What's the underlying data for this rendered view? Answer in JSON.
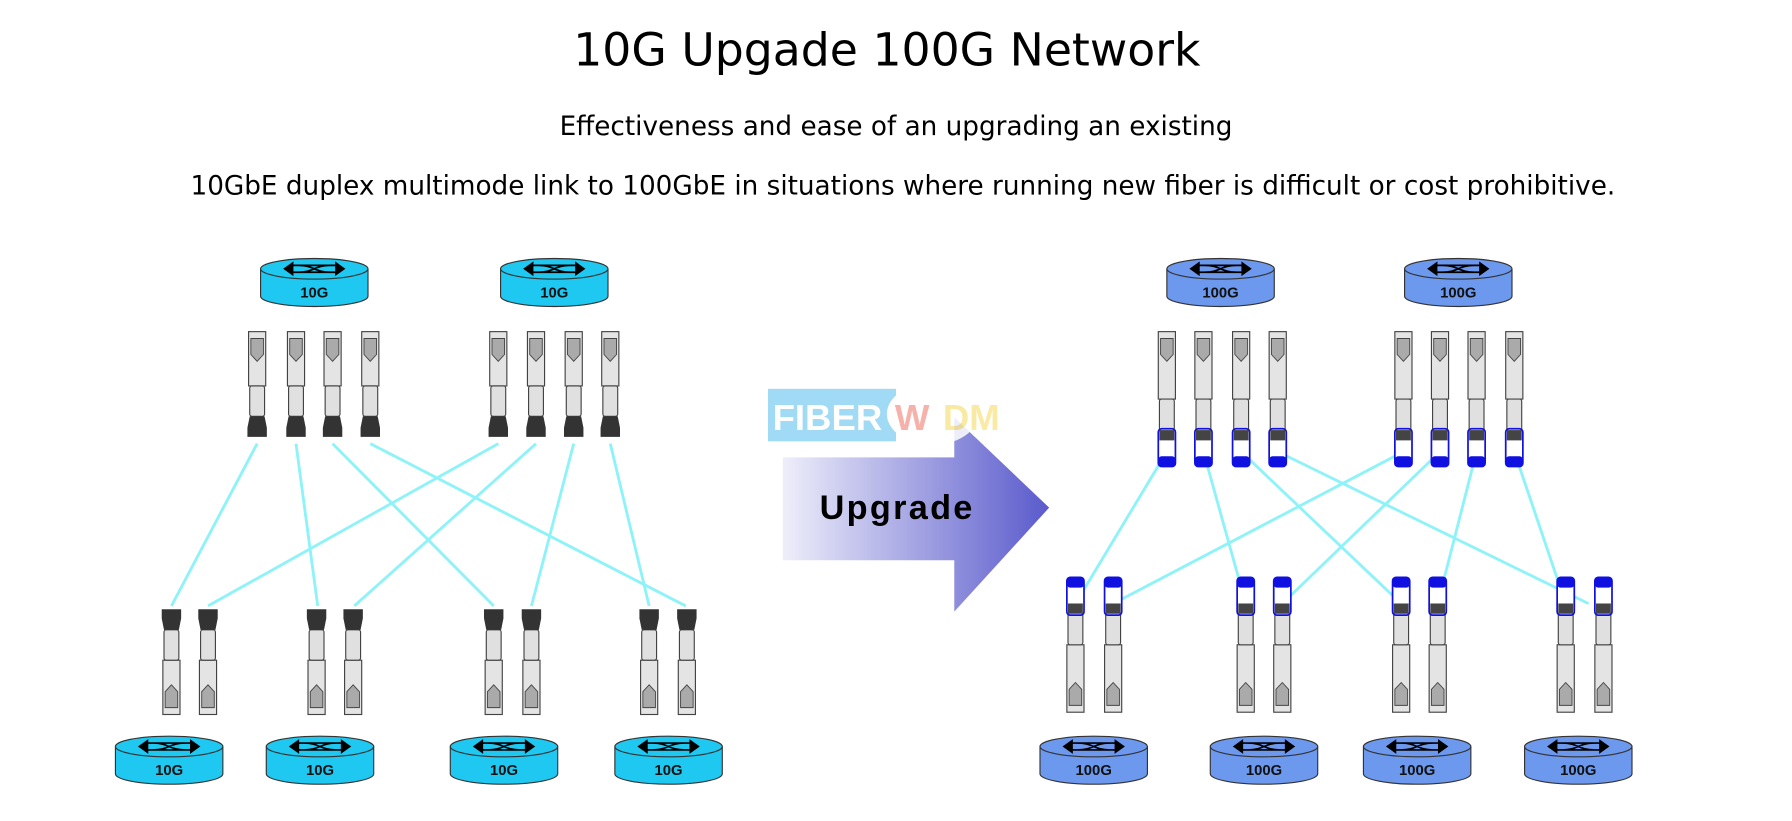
{
  "title": "10G Upgade 100G Network",
  "subtitle_line1": "Effectiveness and ease of an upgrading an existing",
  "subtitle_line2": "10GbE duplex multimode link to 100GbE in situations where running new fiber is difficult or cost prohibitive.",
  "logo": {
    "part1": "FIBER",
    "part2": "W",
    "part3": "DM"
  },
  "arrow_label": "Upgrade",
  "left_network": {
    "top_switches": [
      "10G",
      "10G"
    ],
    "bottom_switches": [
      "10G",
      "10G",
      "10G",
      "10G"
    ],
    "switch_color": "#1ec8f0"
  },
  "right_network": {
    "top_switches": [
      "100G",
      "100G"
    ],
    "bottom_switches": [
      "100G",
      "100G",
      "100G",
      "100G"
    ],
    "switch_color": "#6c98ee"
  },
  "colors": {
    "fiber": "#8ef3f8",
    "qsfp_blue": "#1010e0",
    "arrow_start": "#eeeefa",
    "arrow_end": "#5a5acc"
  }
}
